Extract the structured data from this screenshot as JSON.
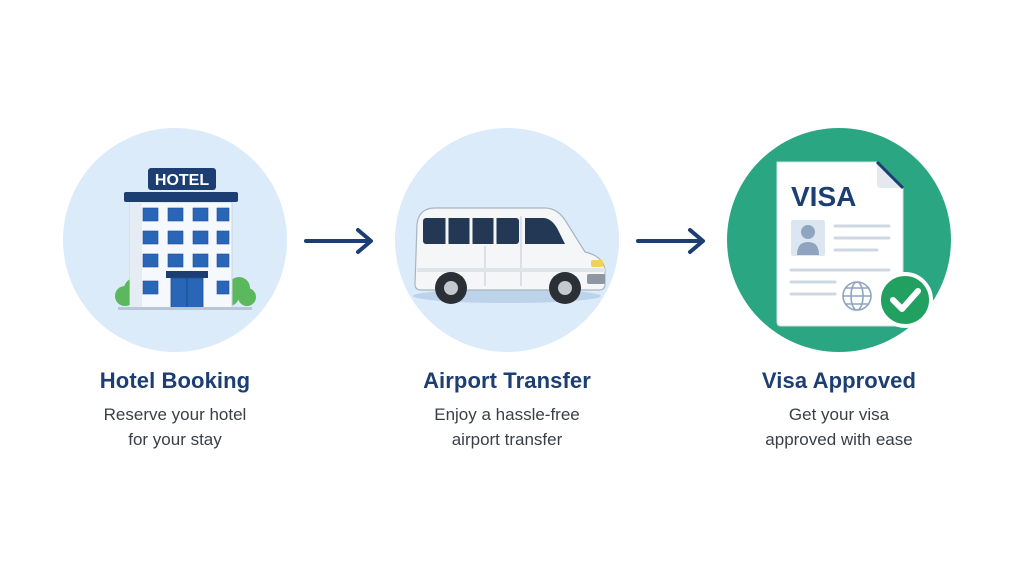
{
  "colors": {
    "navy": "#1c3e73",
    "light_circle": "#dcebfa",
    "teal_circle": "#2aa782",
    "check_green": "#22a05f",
    "text_gray": "#3a3f47"
  },
  "steps": [
    {
      "icon": "hotel-building-icon",
      "sign": "HOTEL",
      "title": "Hotel Booking",
      "desc_lines": [
        "Reserve your hotel",
        "for your stay"
      ]
    },
    {
      "icon": "airport-van-icon",
      "title": "Airport Transfer",
      "desc_lines": [
        "Enjoy a hassle-free",
        "airport transfer"
      ]
    },
    {
      "icon": "visa-document-icon",
      "doc_heading": "VISA",
      "title": "Visa Approved",
      "desc_lines": [
        "Get your visa",
        "approved with ease"
      ]
    }
  ],
  "connectors": [
    "arrow-right-icon",
    "arrow-right-icon"
  ]
}
